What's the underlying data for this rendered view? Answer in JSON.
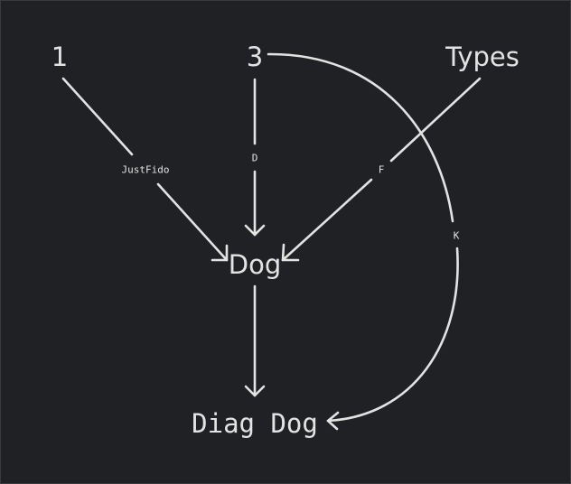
{
  "diagram": {
    "background": "#202124",
    "stroke_color": "#e3e3e3",
    "nodes": [
      {
        "id": "n1",
        "label": "1"
      },
      {
        "id": "n3",
        "label": "3"
      },
      {
        "id": "types",
        "label": "Types"
      },
      {
        "id": "dog",
        "label": "Dog"
      },
      {
        "id": "diagdog",
        "label": "Diag Dog"
      }
    ],
    "edges": [
      {
        "from": "1",
        "to": "Dog",
        "label": "JustFido"
      },
      {
        "from": "3",
        "to": "Dog",
        "label": "D"
      },
      {
        "from": "Types",
        "to": "Dog",
        "label": "F"
      },
      {
        "from": "3",
        "to": "Diag Dog",
        "label": "K"
      },
      {
        "from": "Dog",
        "to": "Diag Dog",
        "label": ""
      }
    ]
  }
}
